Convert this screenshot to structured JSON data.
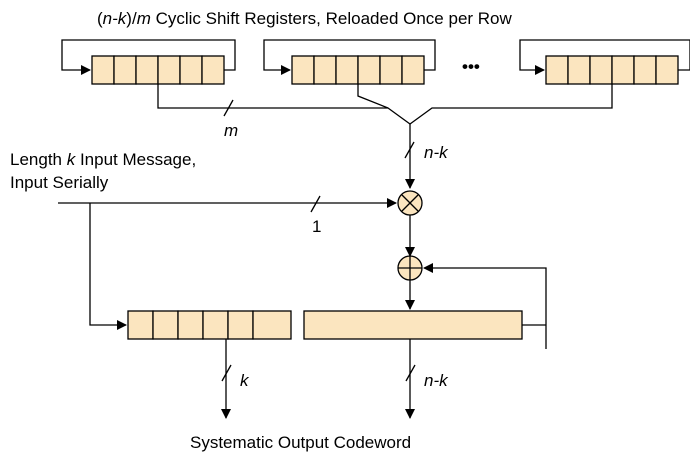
{
  "title": {
    "prefix_open": "(",
    "n_k": "n-k",
    "slash": ")/",
    "m": "m",
    "suffix": " Cyclic Shift Registers, Reloaded Once per Row"
  },
  "ellipsis": "•••",
  "labels": {
    "m": "m",
    "n_k_top": "n-k",
    "one": "1",
    "k": "k",
    "n_k_bottom": "n-k"
  },
  "input_message": {
    "line1_prefix": "Length ",
    "line1_k": "k",
    "line1_suffix": " Input Message,",
    "line2": "Input Serially"
  },
  "output": "Systematic Output Codeword",
  "colors": {
    "register_fill": "#fbe5bf",
    "line": "#000000"
  }
}
